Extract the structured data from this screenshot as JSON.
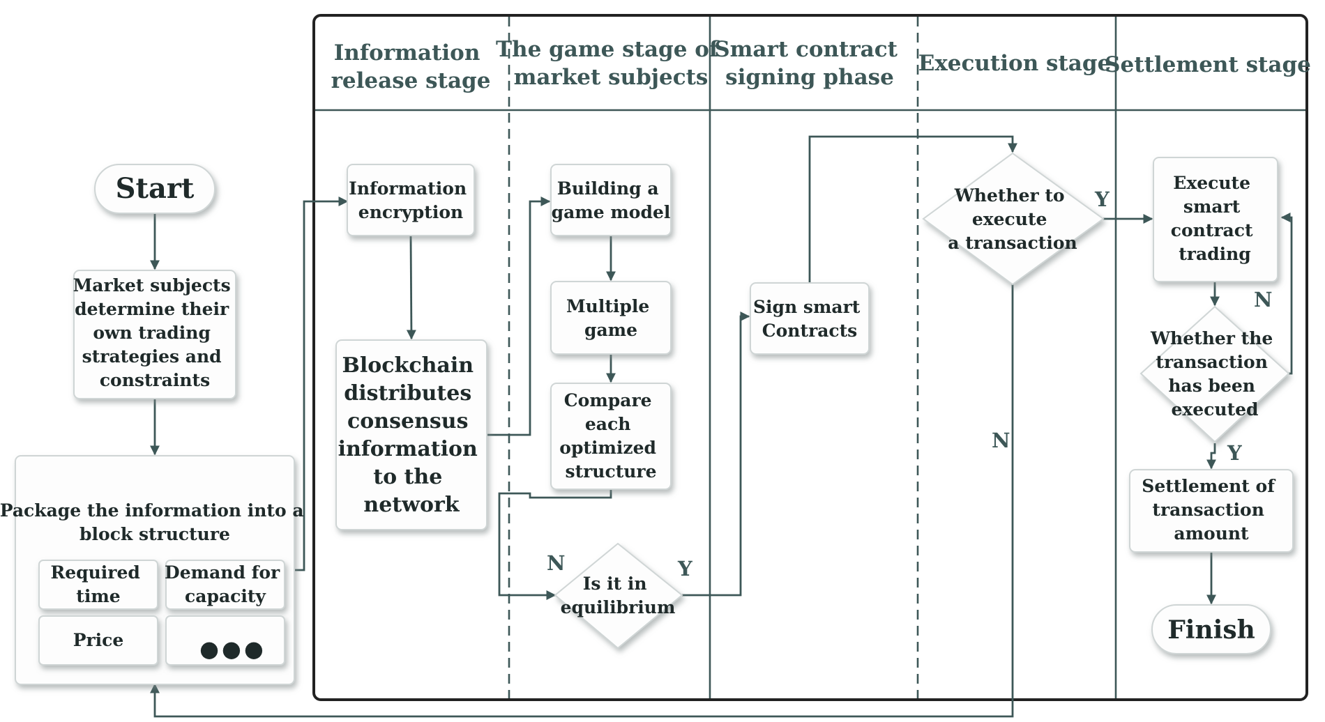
{
  "lanes": {
    "info_release": [
      "Information",
      "release stage"
    ],
    "game_stage": [
      "The game stage of",
      "market subjects"
    ],
    "smart_contract": [
      "Smart contract",
      "signing phase"
    ],
    "execution": [
      "Execution stage"
    ],
    "settlement": [
      "Settlement stage"
    ]
  },
  "nodes": {
    "start": "Start",
    "market_subjects": [
      "Market subjects",
      "determine their",
      "own trading",
      "strategies and",
      "constraints"
    ],
    "package": [
      "Package the information into a",
      "block structure"
    ],
    "required_time": [
      "Required",
      "time"
    ],
    "demand_capacity": [
      "Demand for",
      "capacity"
    ],
    "price": "Price",
    "ellipsis": "●●●",
    "info_encryption": [
      "Information",
      "encryption"
    ],
    "blockchain": [
      "Blockchain",
      "distributes",
      "consensus",
      "information",
      "to the",
      "network"
    ],
    "game_model": [
      "Building a",
      "game model"
    ],
    "multiple_game": [
      "Multiple",
      "game"
    ],
    "compare": [
      "Compare",
      "each",
      "optimized",
      "structure"
    ],
    "equilibrium": [
      "Is it in",
      "equilibrium"
    ],
    "sign_contracts": [
      "Sign smart",
      "Contracts"
    ],
    "whether_execute": [
      "Whether to",
      "execute",
      "a transaction"
    ],
    "execute_trading": [
      "Execute",
      "smart",
      "contract",
      "trading"
    ],
    "whether_executed": [
      "Whether the",
      "transaction",
      "has been",
      "executed"
    ],
    "settlement_amount": [
      "Settlement of",
      "transaction",
      "amount"
    ],
    "finish": "Finish"
  },
  "edge_labels": {
    "eq_no": "N",
    "eq_yes": "Y",
    "exec_yes": "Y",
    "exec_no": "N",
    "done_no": "N",
    "done_yes": "Y"
  },
  "colors": {
    "line": "#3d5757",
    "header_text": "#3d5757",
    "node_fill": "#fdfdfd",
    "node_border": "#cfd5d5",
    "text": "#1f2a2a"
  }
}
